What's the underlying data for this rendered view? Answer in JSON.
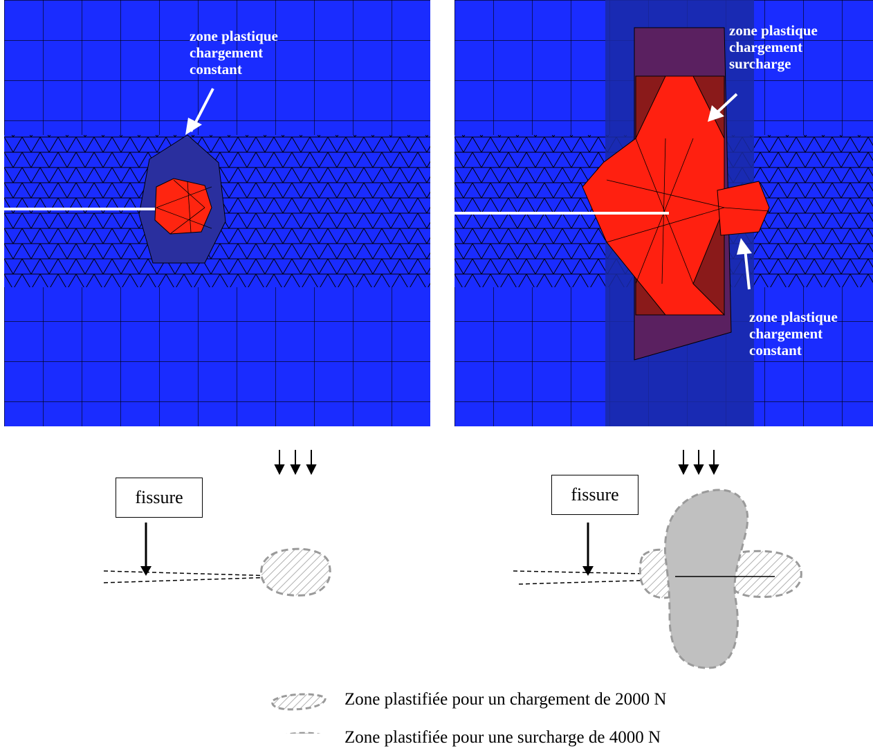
{
  "left_panel": {
    "annotation": "zone plastique\nchargement\nconstant"
  },
  "right_panel": {
    "annotation_overload": "zone plastique\nchargement\nsurcharge",
    "annotation_constant": "zone plastique\nchargement\nconstant"
  },
  "schematics": {
    "left_label": "fissure",
    "right_label": "fissure"
  },
  "legend": {
    "hatched": "Zone plastifiée pour un chargement de 2000 N",
    "gray": "Zone plastifiée pour une surcharge de 4000 N"
  },
  "colors": {
    "mesh_blue": "#1a2cff",
    "plastic_red": "#ff2010",
    "transition_dark": "#2b2a8c",
    "zone_gray": "#c0c0c0"
  }
}
